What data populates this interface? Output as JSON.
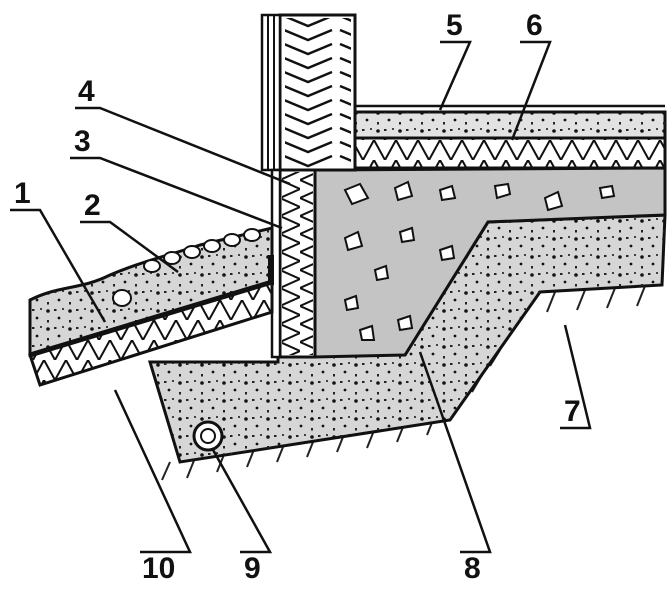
{
  "callouts": {
    "c1": "1",
    "c2": "2",
    "c3": "3",
    "c4": "4",
    "c5": "5",
    "c6": "6",
    "c7": "7",
    "c8": "8",
    "c9": "9",
    "c10": "10"
  },
  "colors": {
    "ink": "#111111",
    "concrete_fill": "#d6d6d6",
    "slab_fill": "#c4c4c4",
    "insulation_fill": "#ffffff",
    "soil_hatch": "#222222",
    "aggregate": "#ffffff"
  }
}
